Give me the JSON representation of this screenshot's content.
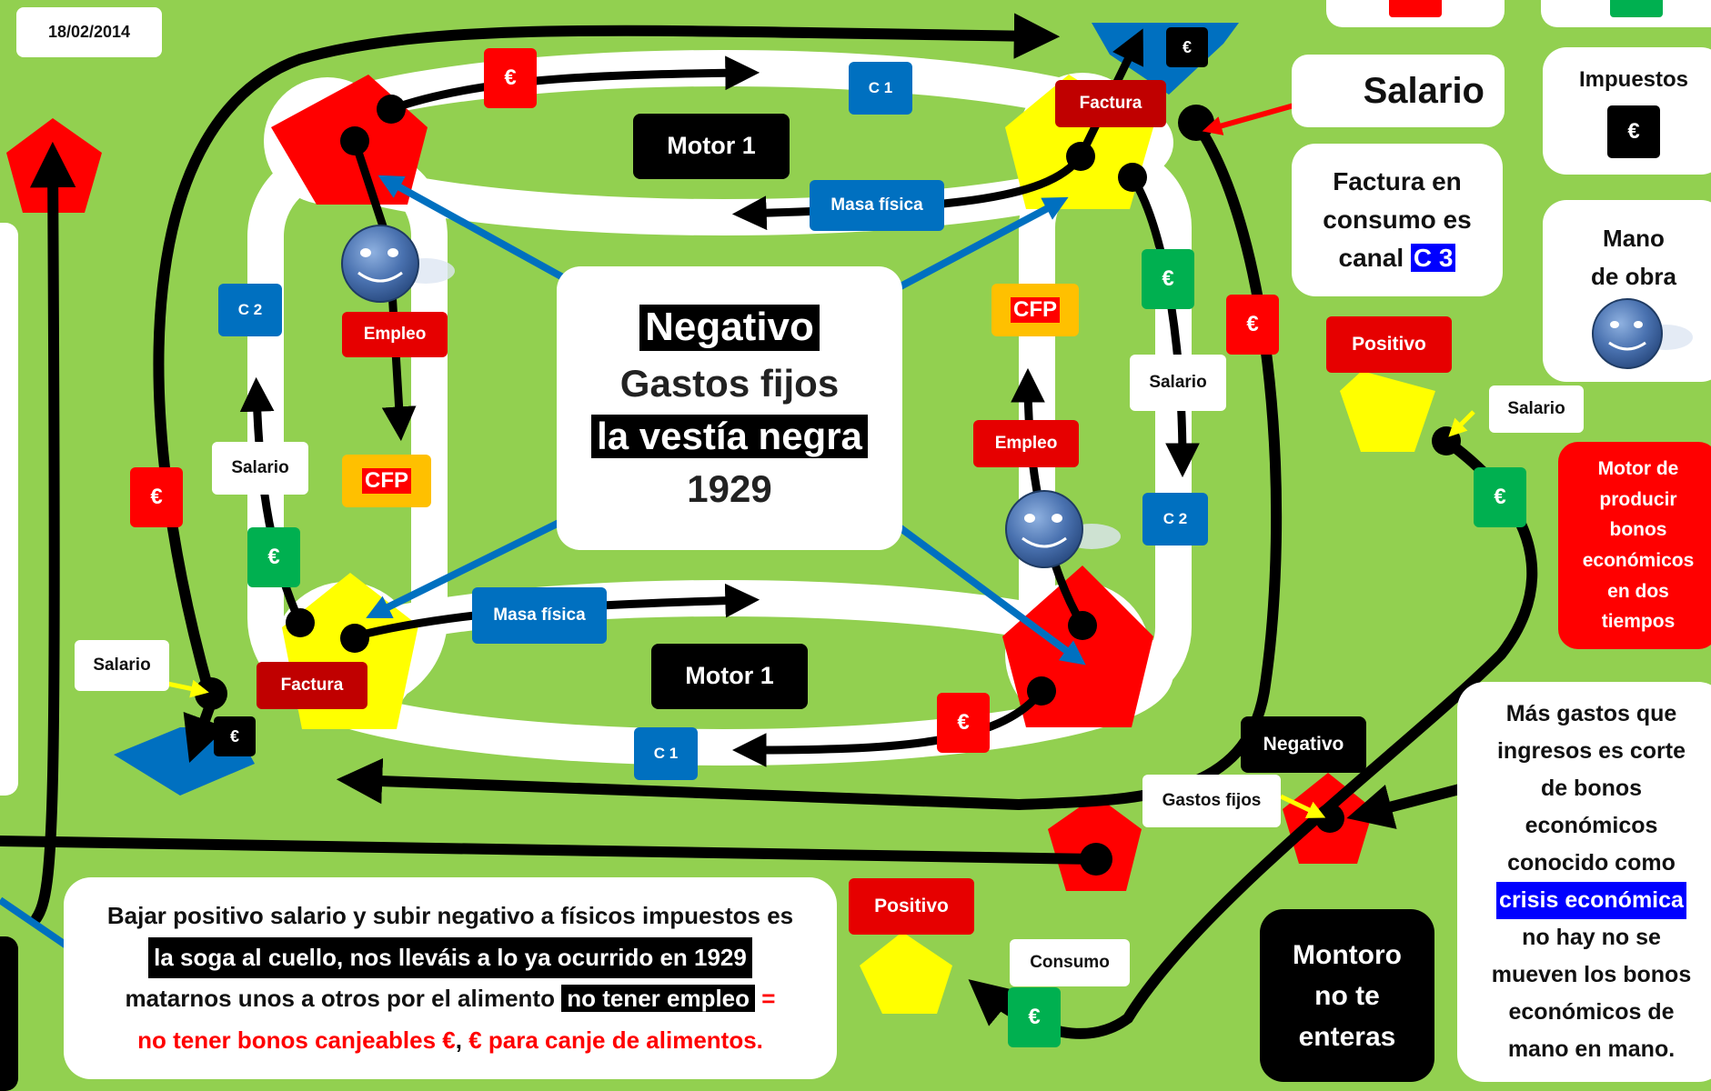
{
  "date": "18/02/2014",
  "center": {
    "line1": "Negativo",
    "line2": "Gastos fijos",
    "line3": "la vestía negra",
    "line4": "1929"
  },
  "motor_top": "Motor 1",
  "motor_bottom": "Motor 1",
  "labels": {
    "euro": "€",
    "c1": "C 1",
    "c2": "C 2",
    "cfp": "CFP",
    "masa_fisica": "Masa física",
    "factura": "Factura",
    "empleo": "Empleo",
    "salario": "Salario",
    "gastos_fijos": "Gastos fijos",
    "consumo": "Consumo",
    "negativo": "Negativo",
    "positivo": "Positivo"
  },
  "right_panel": {
    "salario_title": "Salario",
    "impuestos_title": "Impuestos",
    "mano_de_obra_line1": "Mano",
    "mano_de_obra_line2": "de obra",
    "factura_consumo_line1": "Factura en",
    "factura_consumo_line2": "consumo es",
    "factura_consumo_line3a": "canal",
    "factura_consumo_line3b": "C 3",
    "motor_bonos": [
      "Motor de",
      "producir",
      "bonos",
      "económicos",
      "en dos",
      "tiempos"
    ],
    "crisis_text": {
      "l1": "Más gastos que",
      "l2": "ingresos es corte",
      "l3": "de bonos",
      "l4": "económicos",
      "l5": "conocido como",
      "l6": "crisis económica",
      "l7": "no hay no se",
      "l8": "mueven los bonos",
      "l9": "económicos de",
      "l10": "mano en mano."
    },
    "montoro": [
      "Montoro",
      "no te",
      "enteras"
    ]
  },
  "bottom_text": {
    "l1": "Bajar positivo salario y subir negativo a físicos impuestos es",
    "l2": "la soga al cuello, nos lleváis a lo ya ocurrido en 1929",
    "l3a": "matarnos unos a otros por el alimento",
    "l3b": "no tener empleo",
    "l3c": " =",
    "l4a": "no tener bonos canjeables €",
    "l4b": ", ",
    "l4c": "€ para canje de alimentos."
  },
  "colors": {
    "background": "#92d050",
    "red": "#ff0000",
    "yellow": "#ffff00",
    "blue": "#0070c0",
    "green": "#00b050",
    "orange": "#ffc000",
    "dark_red": "#c00000"
  }
}
